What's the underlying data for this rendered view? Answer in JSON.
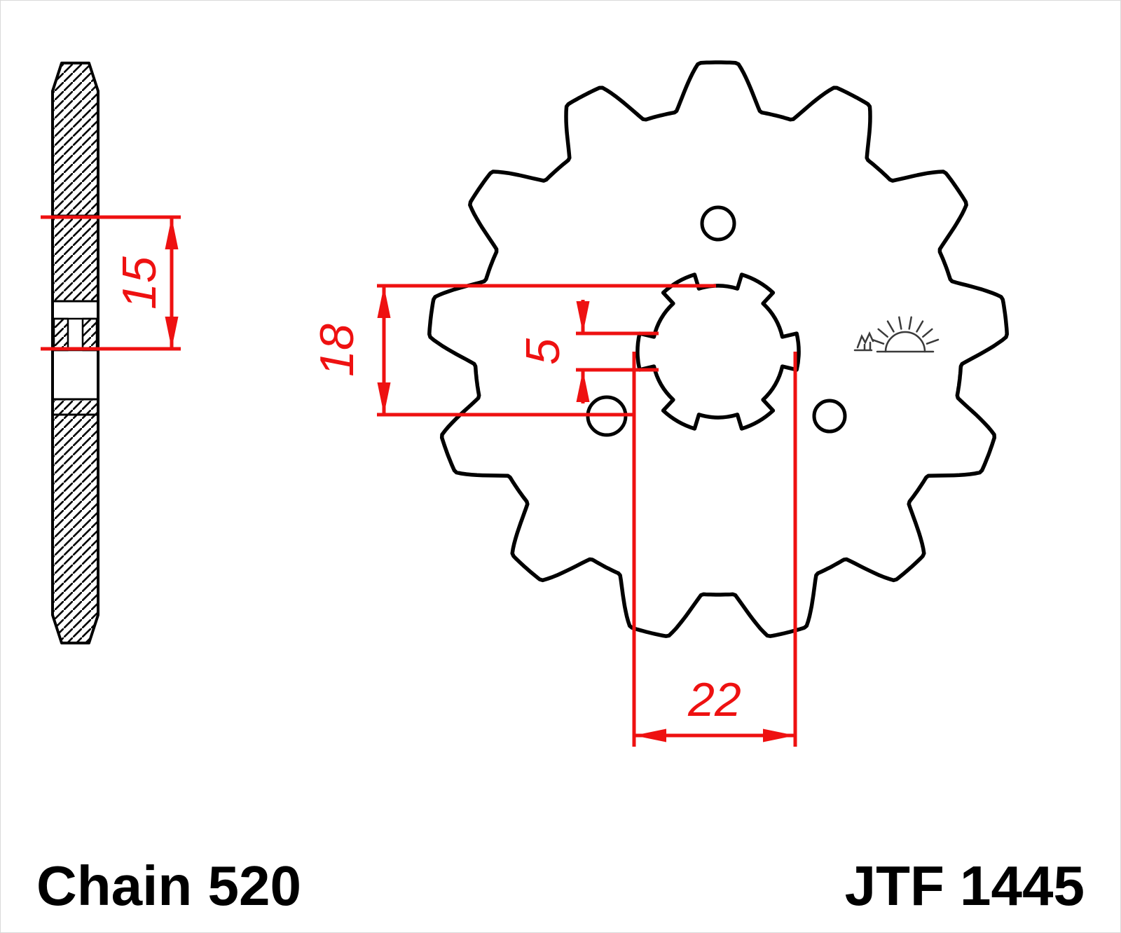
{
  "footer": {
    "chain_label": "Chain 520",
    "part_number": "JTF 1445"
  },
  "dimensions": {
    "hub_width": "15",
    "spline_od": "18",
    "spline_groove": "5",
    "bore_od": "22"
  },
  "colors": {
    "dimension": "#ee1111",
    "ink": "#000000",
    "stamp": "#3a3a3a",
    "background": "#ffffff"
  },
  "icons": {
    "jt_stamp": "jt-sunrise-stamp-icon"
  }
}
